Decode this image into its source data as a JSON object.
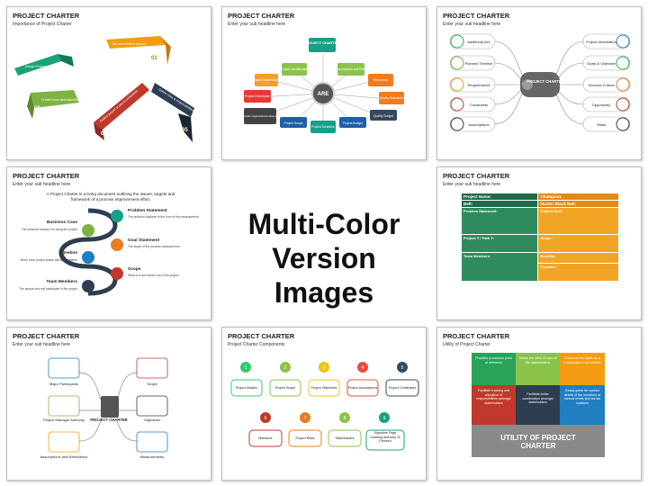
{
  "center": {
    "line1": "Multi-Color",
    "line2": "Version Images"
  },
  "slides": [
    {
      "title": "PROJECT CHARTER",
      "subtitle": "Importance of Project Charter",
      "items": [
        {
          "num": "01",
          "text": "Assign Project Lead",
          "color": "#1aa37a"
        },
        {
          "num": "02",
          "text": "Create focus and objectives",
          "color": "#7cb342"
        },
        {
          "num": "03",
          "text": "Get commitment up front",
          "color": "#f39c12"
        },
        {
          "num": "04",
          "text": "Outline project scope & constraints",
          "color": "#c0392b"
        },
        {
          "num": "05",
          "text": "Define roles & responsibilities",
          "color": "#2c3e50"
        }
      ]
    },
    {
      "title": "PROJECT CHARTER",
      "subtitle": "Enter your sub headline here",
      "hub": "ARE",
      "top": "PROJECT CHARTER",
      "nodes": [
        {
          "label": "Project Stakeholders",
          "color": "#f0a030"
        },
        {
          "label": "Project Identification",
          "color": "#8bc34a"
        },
        {
          "label": "Assumptions and Risks",
          "color": "#8bc34a"
        },
        {
          "label": "Resources",
          "color": "#f07c1e"
        },
        {
          "label": "Quality Standards",
          "color": "#f07c1e"
        },
        {
          "label": "Project Description",
          "color": "#e53935"
        },
        {
          "label": "Measurable Organizational value (MOV)",
          "color": "#444"
        },
        {
          "label": "Project Scope",
          "color": "#1f5fa8"
        },
        {
          "label": "Project Schedule",
          "color": "#16a085"
        },
        {
          "label": "Project Budget",
          "color": "#1f5fa8"
        },
        {
          "label": "Quality Budget",
          "color": "#34495e"
        }
      ]
    },
    {
      "title": "PROJECT CHARTER",
      "subtitle": "Enter your sub headline here",
      "hub": "PROJECT CHARTER",
      "left": [
        "Additional Info",
        "Planned Timeline",
        "Requirements",
        "Constraints",
        "Assumptions"
      ],
      "right": [
        "Project Information",
        "Goals & Objective",
        "Success Criteria",
        "Opportunity",
        "Risks"
      ]
    },
    {
      "title": "PROJECT CHARTER",
      "subtitle": "Enter your sub headline here",
      "intro": "A Project Charter is a living document outlining the issues, targets and framework of a process improvement effort.",
      "left": [
        {
          "head": "Business Case",
          "desc": "The business reasons for doing the project"
        },
        {
          "head": "Timeline",
          "desc": "When each project phase will be completed"
        },
        {
          "head": "Team Members",
          "desc": "The people who will participate in the project"
        }
      ],
      "right": [
        {
          "head": "Problem Statement",
          "desc": "The problem captures in the form of the measurement"
        },
        {
          "head": "Goal Statement",
          "desc": "The target of the process measurement"
        },
        {
          "head": "Scope",
          "desc": "What is in and what's out of the project"
        }
      ]
    },
    {
      "title": "PROJECT CHARTER",
      "subtitle": "Enter your sub headline here",
      "rows": [
        {
          "left": "Project Name:",
          "right": "Champion:"
        },
        {
          "left": "Belt:",
          "right": "Master Black Belt:"
        },
        {
          "left": "Problem Statement:",
          "right": "Project Goal:"
        },
        {
          "left": "Project Y / Path Y:",
          "right": "Scope:"
        },
        {
          "left": "Team Members:",
          "right": "Benefits:"
        },
        {
          "left": "",
          "right": "Timeline:"
        }
      ]
    },
    {
      "title": "PROJECT CHARTER",
      "subtitle": "Enter your sub headline here",
      "hub": "PROJECT CHARTER",
      "items": [
        "Major Participants",
        "Scope",
        "Project Manager Authority",
        "Objectives",
        "Assumptions and Restrictions",
        "Measurements"
      ]
    },
    {
      "title": "PROJECT CHARTER",
      "subtitle": "Project Charter Components",
      "items": [
        {
          "num": "1",
          "label": "Project Mission",
          "color": "#2ecc71"
        },
        {
          "num": "2",
          "label": "Project Scope",
          "color": "#8bc34a"
        },
        {
          "num": "3",
          "label": "Project Objectives",
          "color": "#f1c40f"
        },
        {
          "num": "4",
          "label": "Project Assumptions",
          "color": "#e74c3c"
        },
        {
          "num": "5",
          "label": "Project Constraints",
          "color": "#34495e"
        },
        {
          "num": "6",
          "label": "Milestone",
          "color": "#c0392b"
        },
        {
          "num": "7",
          "label": "Project Risks",
          "color": "#e67e22"
        },
        {
          "num": "8",
          "label": "Stakeholders",
          "color": "#8bc34a"
        },
        {
          "num": "9",
          "label": "Signature Page Granting Authority To Proceed",
          "color": "#16a085"
        }
      ]
    },
    {
      "title": "PROJECT CHARTER",
      "subtitle": "Utility of Project Charter",
      "banner": "UTILITY OF PROJECT CHARTER",
      "pieces": [
        {
          "text": "Provides a common point of reference",
          "color": "#2aa35a"
        },
        {
          "text": "Define the roles of each of the stakeholders",
          "color": "#8bc34a"
        },
        {
          "text": "Serves as the basis for a collaborative environment",
          "color": "#f39c12"
        },
        {
          "text": "Facilitate tracking and allocation of responsibilities amongst stakeholders",
          "color": "#c0392b"
        },
        {
          "text": "Facilitate better coordination amongst stakeholders",
          "color": "#2c3e50"
        },
        {
          "text": "Ready guide for contact details of the members at various levels and across locations",
          "color": "#1f7fc1"
        }
      ]
    }
  ]
}
